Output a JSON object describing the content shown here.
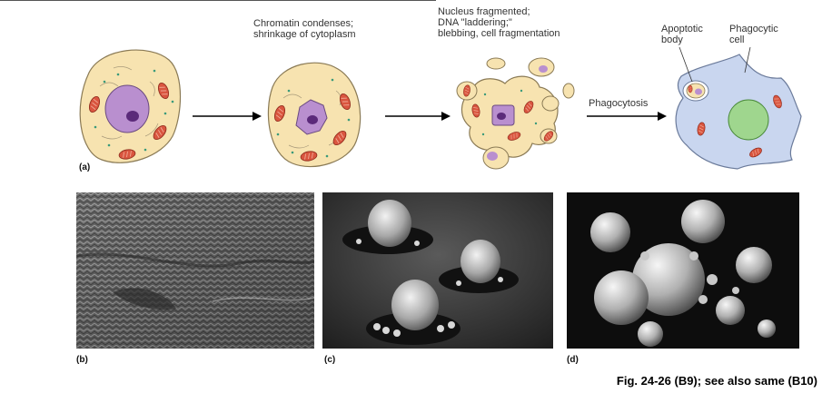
{
  "captions": {
    "stage2": "Chromatin condenses;\nshrinkage of cytoplasm",
    "stage3": "Nucleus fragmented;\nDNA \"laddering;\"\nblebbing, cell fragmentation",
    "apoptotic_body": "Apoptotic\nbody",
    "phagocytic_cell": "Phagocytic\ncell",
    "phagocytosis": "Phagocytosis"
  },
  "panel_labels": {
    "a": "(a)",
    "b": "(b)",
    "c": "(c)",
    "d": "(d)"
  },
  "figure_reference": "Fig. 24-26 (B9); see also same (B10)",
  "colors": {
    "cytoplasm": "#f7e3b0",
    "cytoplasm_outline": "#8a7a55",
    "nucleus": "#b98fcf",
    "nucleolus": "#5b2a7a",
    "mitochondria": "#d9553f",
    "granules": "#3a9a7a",
    "phagocyte": "#c9d6ef",
    "phagocyte_nucleus": "#9fd68e",
    "arrow": "#000000"
  }
}
